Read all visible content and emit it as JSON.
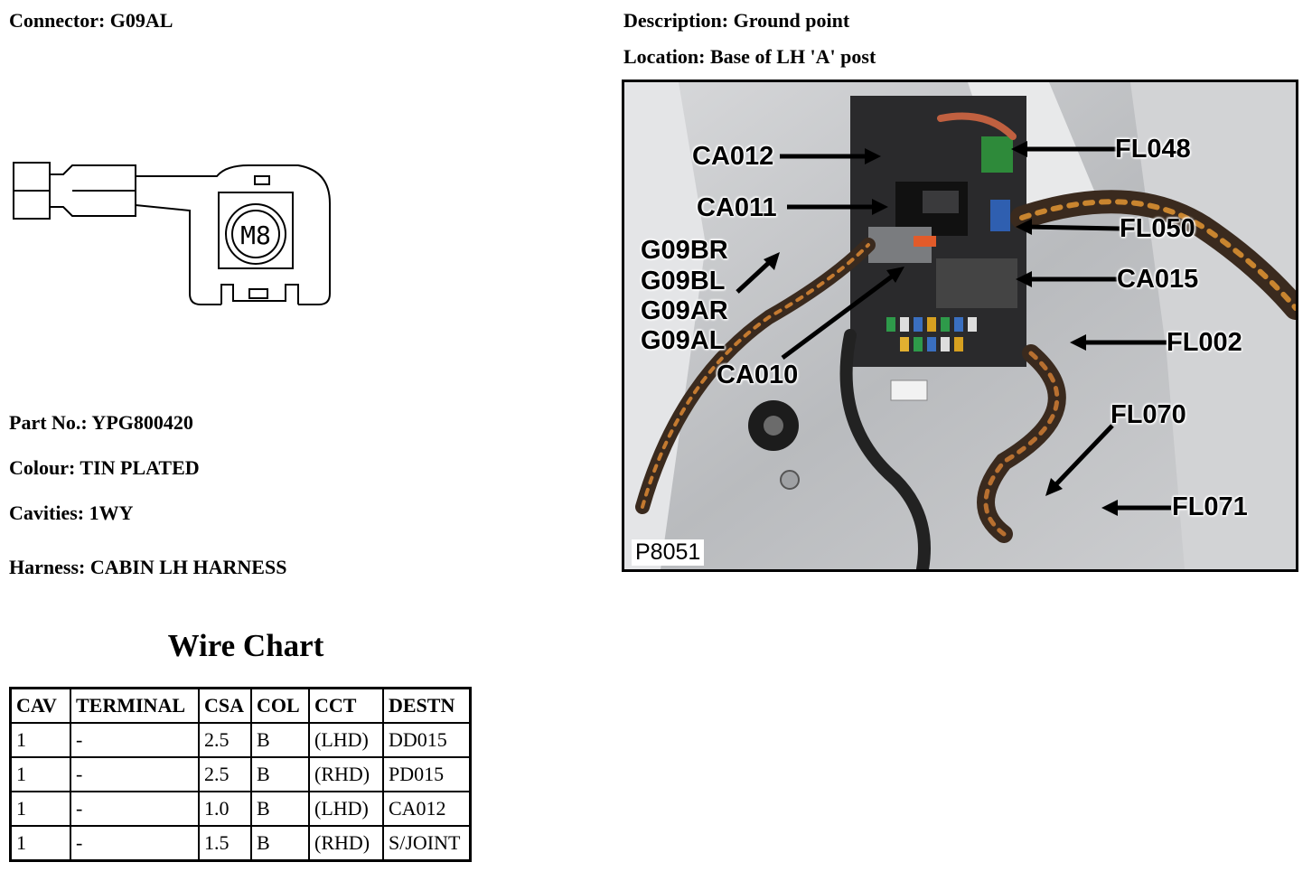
{
  "header": {
    "connector": "Connector: G09AL",
    "description": "Description: Ground point",
    "location": "Location: Base of LH 'A' post"
  },
  "connector_drawing": {
    "terminal_label": "M8"
  },
  "details": {
    "part_no": "Part No.: YPG800420",
    "colour": "Colour: TIN PLATED",
    "cavities": "Cavities: 1WY",
    "harness": "Harness: CABIN LH HARNESS"
  },
  "photo": {
    "id": "P8051",
    "callouts": {
      "ca012": "CA012",
      "ca011": "CA011",
      "g09br": "G09BR",
      "g09bl": "G09BL",
      "g09ar": "G09AR",
      "g09al": "G09AL",
      "ca010": "CA010",
      "fl048": "FL048",
      "fl050": "FL050",
      "ca015": "CA015",
      "fl002": "FL002",
      "fl070": "FL070",
      "fl071": "FL071"
    }
  },
  "wire_chart": {
    "title": "Wire Chart",
    "columns": [
      "CAV",
      "TERMINAL",
      "CSA",
      "COL",
      "CCT",
      "DESTN"
    ],
    "rows": [
      [
        "1",
        "-",
        "2.5",
        "B",
        "(LHD)",
        "DD015"
      ],
      [
        "1",
        "-",
        "2.5",
        "B",
        "(RHD)",
        "PD015"
      ],
      [
        "1",
        "-",
        "1.0",
        "B",
        "(LHD)",
        "CA012"
      ],
      [
        "1",
        "-",
        "1.5",
        "B",
        "(RHD)",
        "S/JOINT"
      ]
    ]
  }
}
